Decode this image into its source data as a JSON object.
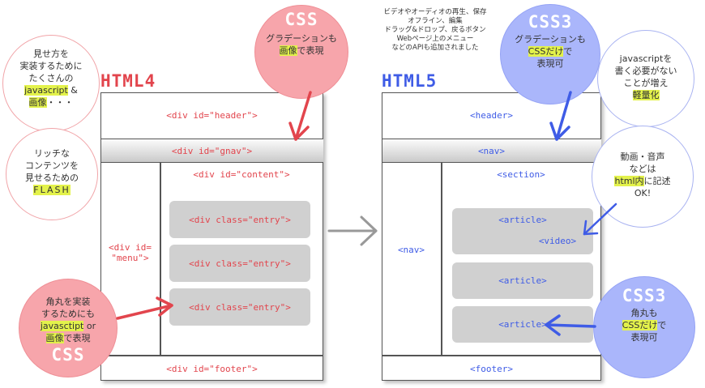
{
  "html4": {
    "title": "HTML4",
    "header": "<div id=\"header\">",
    "gnav": "<div id=\"gnav\">",
    "content": "<div id=\"content\">",
    "menu": "<div id=\n\"menu\">",
    "entries": [
      "<div class=\"entry\">",
      "<div class=\"entry\">",
      "<div class=\"entry\">"
    ],
    "footer": "<div id=\"footer\">"
  },
  "html5": {
    "title": "HTML5",
    "header": "<header>",
    "nav_top": "<nav>",
    "section": "<section>",
    "nav_side": "<nav>",
    "article1": "<article>",
    "video": "<video>",
    "article2": "<article>",
    "article3": "<article>",
    "footer": "<footer>"
  },
  "notes": {
    "top_note": "ビデオやオーディオの再生、保存\nオフライン、編集\nドラッグ&ドロップ、戻るボタン\nWebページ上のメニュー\nなどのAPIも追加されました"
  },
  "bubbles": {
    "left_top": {
      "line1": "見せ方を",
      "line2": "実装するために",
      "line3": "たくさんの",
      "js": "javascript",
      "amp": " &",
      "img": "画像",
      "dots": "・・・"
    },
    "left_mid": {
      "line1": "リッチな",
      "line2": "コンテンツを",
      "line3": "見せるための",
      "flash": "FLASH"
    },
    "css_top": {
      "title": "CSS",
      "line1": "グラデーションも",
      "img": "画像",
      "rest": "で表現"
    },
    "css_bottom": {
      "line1": "角丸を実装",
      "line2": "するためにも",
      "js": "javasctipt",
      "or": " or",
      "img": "画像",
      "rest": "で表現",
      "title": "CSS"
    },
    "css3_top": {
      "title": "CSS3",
      "line1": "グラデーションも",
      "css": "CSSだけ",
      "rest": "で",
      "line3": "表現可"
    },
    "js_right": {
      "line1": "javascriptを",
      "line2": "書く必要がない",
      "line3": "ことが増え",
      "light": "軽量化"
    },
    "media_right": {
      "line1": "動画・音声",
      "line2": "などは",
      "html": "html内",
      "rest": "に記述",
      "line4": "OK!"
    },
    "css3_bottom": {
      "title": "CSS3",
      "line1": "角丸も",
      "css": "CSSだけ",
      "rest": "で",
      "line3": "表現可"
    }
  },
  "colors": {
    "html4_red": "#e2454d",
    "html5_blue": "#3f5ce6",
    "highlight": "#e3f24b",
    "arrow_gray": "#999999"
  }
}
